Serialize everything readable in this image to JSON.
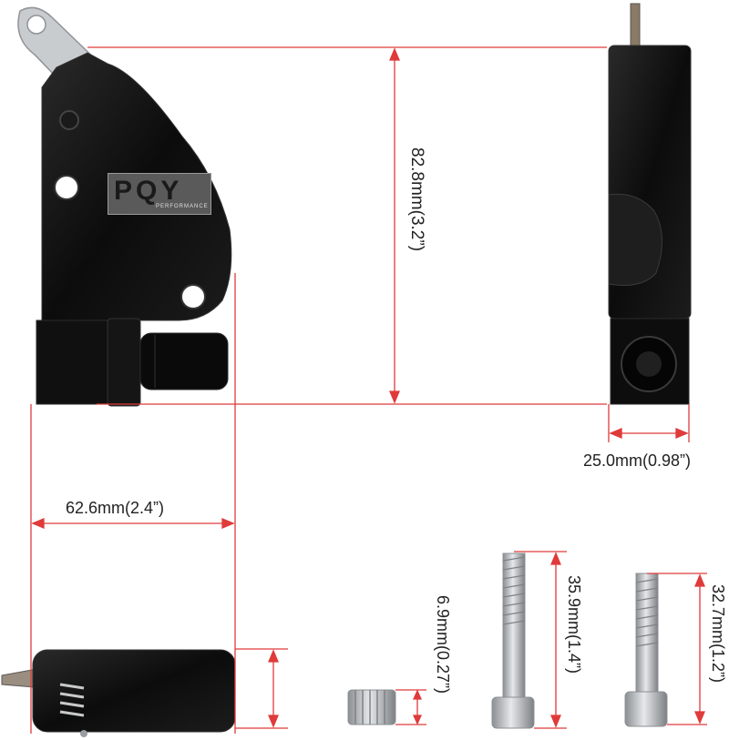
{
  "product": {
    "brand": "PQY",
    "brand_sub": "PERFORMANCE"
  },
  "dimensions": {
    "height": "82.8mm(3.2”)",
    "width": "62.6mm(2.4”)",
    "side_thickness": "25.0mm(0.98”)",
    "short_screw": "6.9mm(0.27”)",
    "long_bolt": "35.9mm(1.4”)",
    "medium_bolt": "32.7mm(1.2”)"
  },
  "colors": {
    "dimension_line": "#e03a3a",
    "part_body": "#0e0e0e",
    "hardware": "#b8bcc0"
  }
}
